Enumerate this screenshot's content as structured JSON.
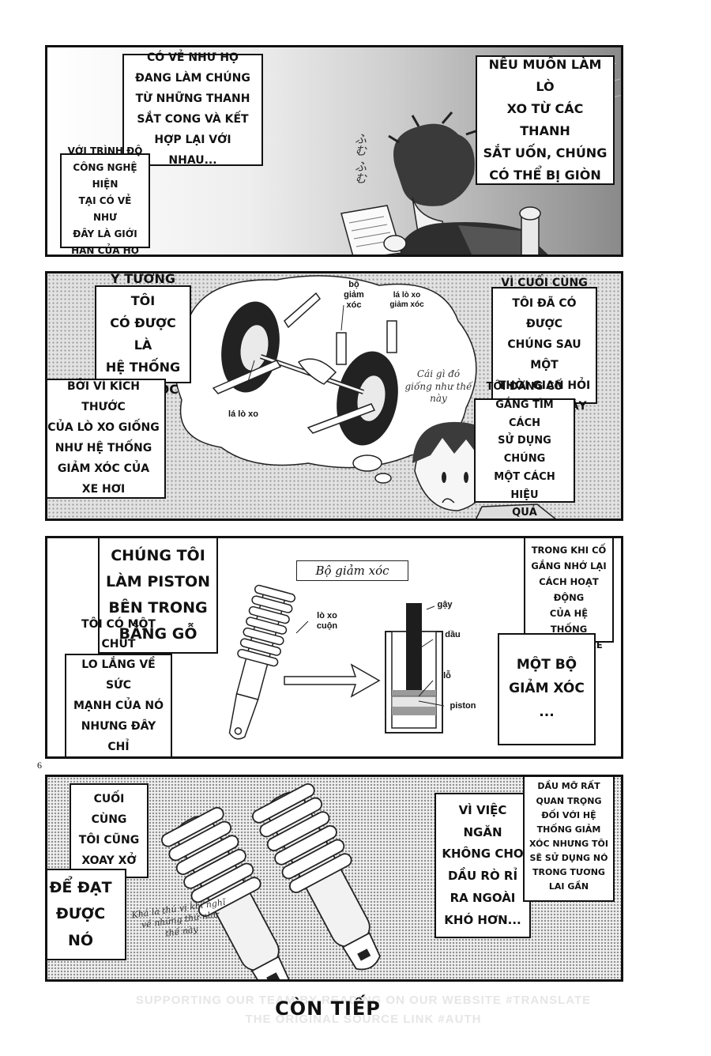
{
  "page_number": "6",
  "panel1": {
    "box_top_left": "CÓ VẺ NHƯ HỌ\nĐANG LÀM CHÚNG\nTỪ NHỮNG THANH\nSẮT CONG VÀ KẾT\nHỢP LẠI VỚI NHAU...",
    "box_bottom_left": "VỚI TRÌNH ĐỘ\nCÔNG NGHỆ HIỆN\nTẠI CÓ VẺ NHƯ\nĐÂY LÀ GIỚI\nHẠN CỦA HỌ",
    "box_right": "NẾU MUỐN LÀM LÒ\nXO TỪ CÁC THANH\nSẮT UỐN, CHÚNG\nCÓ THỂ BỊ GIÒN",
    "sfx": "ふむ ふむ"
  },
  "panel2": {
    "box_top_left": "Ý TƯỞNG TÔI\nCÓ ĐƯỢC LÀ\nHỆ THỐNG\nGIẢM XÓC",
    "box_bottom_left": "BỞI VÌ KÍCH THƯỚC\nCỦA LÒ XO GIỐNG\nNHƯ HỆ THỐNG\nGIẢM XÓC CỦA\nXE HƠI",
    "box_top_right": "VÌ CUỐI CÙNG\nTÔI ĐÃ CÓ ĐƯỢC\nCHÚNG SAU MỘT\nTHỜI GIAN HỎI\nLÂU NHƯ VẬY",
    "box_bottom_right": "TÔI ĐANG CỐ\nGẮNG TÌM CÁCH\nSỬ DỤNG CHÚNG\nMỘT CÁCH HIỆU\nQUẢ",
    "label_shock": "bộ\ngiảm\nxóc",
    "label_leaf_shock": "lá lò xo\ngiảm xóc",
    "label_leaf": "lá lò xo",
    "aside": "Cái gì đó\ngiống như\nthế này"
  },
  "panel3": {
    "box_left_top": "CHÚNG TÔI\nLÀM PISTON\nBÊN TRONG\nBẰNG GỖ",
    "box_left_bottom": "TÔI CÓ MỘT CHÚT\nLO LẮNG VỀ SỨC\nMẠNH CỦA NÓ\nNHƯNG ĐÂY CHỈ\nLÀ MỘT MẪU THỬ",
    "box_right_top": "TÔI ĐÃ LÀM NÓ\nTRONG KHI CỐ\nGẮNG NHỚ LẠI\nCÁCH HOẠT ĐỘNG\nCỦA HỆ THỐNG\nGIẢM XÓC XE HƠI",
    "box_right_bottom": "MỘT BỘ\nGIẢM XÓC\n...",
    "diagram_title": "Bộ giảm xóc",
    "label_coil": "lò xo\ncuộn",
    "label_rod": "gậy",
    "label_oil": "dầu",
    "label_hole": "lỗ",
    "label_piston": "piston"
  },
  "panel4": {
    "box_left_top": "CUỐI CÙNG\nTÔI CŨNG\nXOAY XỞ",
    "box_left_bottom": "ĐỂ ĐẠT\nĐƯỢC NÓ",
    "box_center_right": "VÌ VIỆC NGĂN\nKHÔNG CHO\nDẦU RÒ RỈ\nRA NGOÀI\nKHÓ HƠN...",
    "box_right": "DẦU MỠ RẤT\nQUAN TRỌNG\nĐỐI VỚI HỆ\nTHỐNG GIẢM\nXÓC NHƯNG TÔI\nSẼ SỬ DỤNG NÓ\nTRONG TƯƠNG\nLAI GẦN",
    "aside": "Khá là thú vị khi\nnghĩ về những\nthứ như thế này"
  },
  "footer": {
    "continued": "CÒN TIẾP",
    "watermark": "SUPPORTING OUR TEAM BY READING ON OUR WEBSITE   #TRANSLATE\nTHE ORIGINAL SOURCE   LINK   #AUTH"
  }
}
